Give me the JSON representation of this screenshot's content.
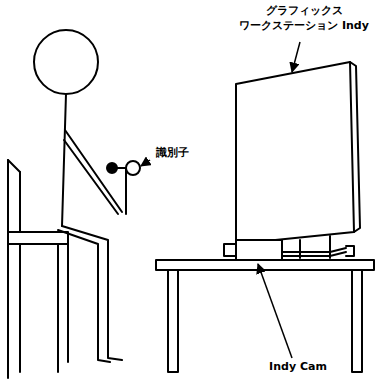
{
  "diagram": {
    "labels": [
      "グラフィックス ワークステーション Indy",
      "識別子",
      "Indy Cam"
    ]
  }
}
